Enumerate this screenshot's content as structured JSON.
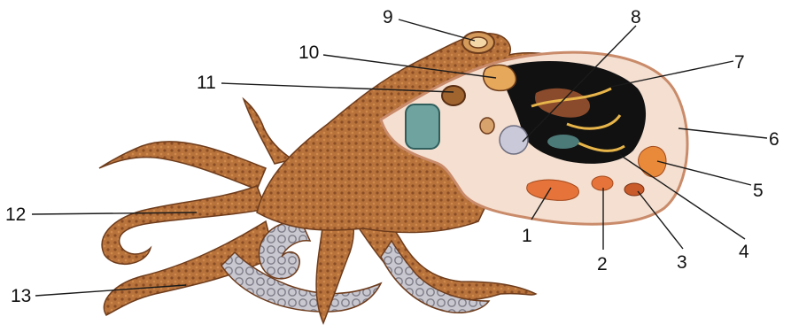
{
  "labels": {
    "l1": "1",
    "l2": "2",
    "l3": "3",
    "l4": "4",
    "l5": "5",
    "l6": "6",
    "l7": "7",
    "l8": "8",
    "l9": "9",
    "l10": "10",
    "l11": "11",
    "l12": "12",
    "l13": "13"
  },
  "colors": {
    "skin": "#b8733c",
    "skin_dark": "#7a4420",
    "suckers": "#b9b9c2",
    "mantle_section": "#f4dfd0",
    "cavity": "#111111",
    "organ_orange": "#e6743a",
    "gill_blue": "#7fb7b4",
    "eye_ring": "#e0a050"
  }
}
